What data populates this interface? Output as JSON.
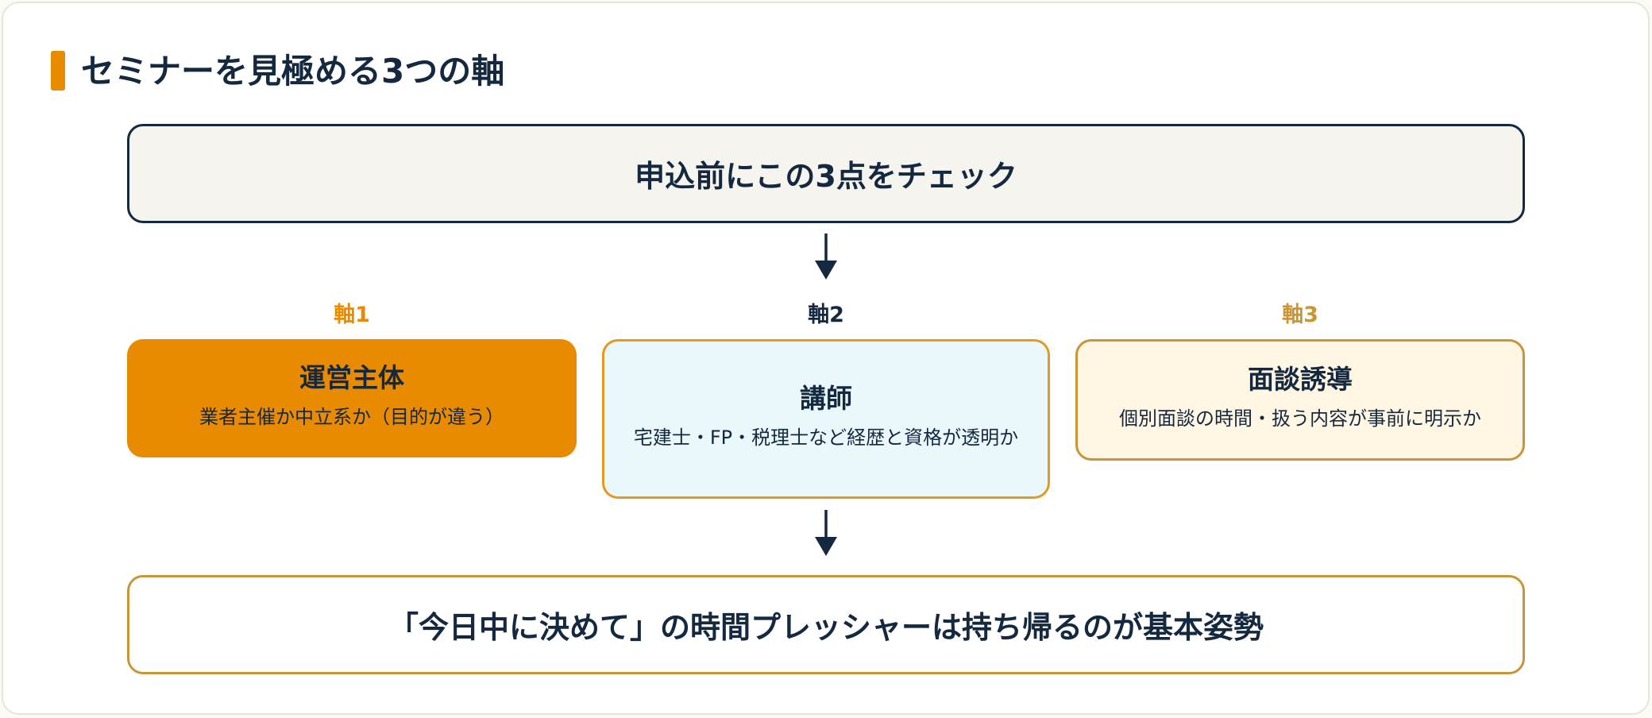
{
  "title": "セミナーを見極める3つの軸",
  "top_box": "申込前にこの3点をチェック",
  "axes": [
    {
      "label": "軸1",
      "heading": "運営主体",
      "desc": "業者主催か中立系か（目的が違う）",
      "label_color": "#e88b00"
    },
    {
      "label": "軸2",
      "heading": "講師",
      "desc": "宅建士・FP・税理士など経歴と資格が透明か",
      "label_color": "#14283f"
    },
    {
      "label": "軸3",
      "heading": "面談誘導",
      "desc": "個別面談の時間・扱う内容が事前に明示か",
      "label_color": "#c8953a"
    }
  ],
  "bottom_box": "「今日中に決めて」の時間プレッシャーは持ち帰るのが基本姿勢",
  "colors": {
    "navy": "#14283f",
    "orange": "#e88b00",
    "gold": "#c8953a"
  }
}
